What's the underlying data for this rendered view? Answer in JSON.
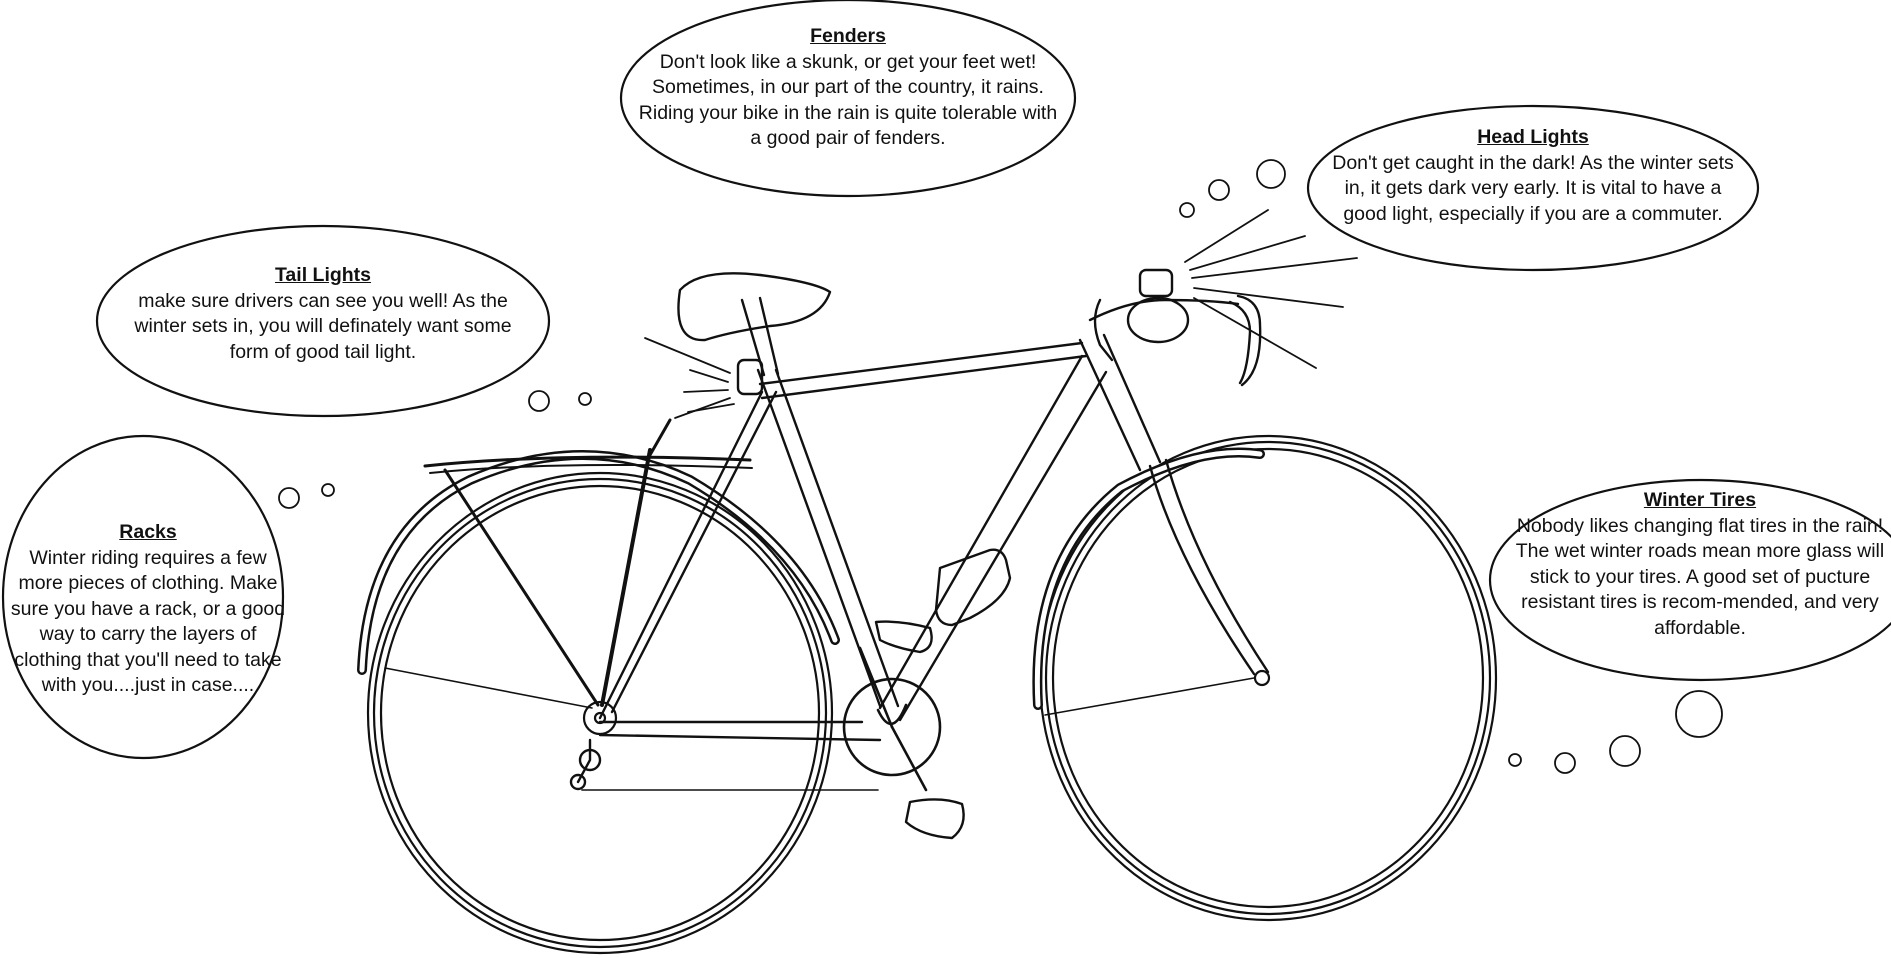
{
  "callouts": {
    "fenders": {
      "title": "Fenders",
      "body": "Don't look like a skunk, or get your feet wet!  Sometimes, in our part of the country, it rains.  Riding your bike in the rain is quite tolerable with a good pair of fenders."
    },
    "head_lights": {
      "title": "Head Lights",
      "body": "Don't get caught in the dark!  As the winter sets in, it gets dark very early.  It is vital to have a good light, especially if you are a commuter."
    },
    "tail_lights": {
      "title": "Tail Lights",
      "body": "make sure drivers can see you well!  As the winter sets in, you will definately want some form of good tail light."
    },
    "racks": {
      "title": "Racks",
      "body": "Winter riding requires a few more pieces of clothing. Make sure you have a rack, or a good way to carry the layers of clothing that you'll need to take with you....just in case...."
    },
    "winter_tires": {
      "title": "Winter Tires",
      "body": "Nobody likes changing flat tires in the rain!  The wet winter roads mean more glass will stick to your tires.  A good set of pucture resistant tires is recom-mended, and very affordable."
    }
  },
  "colors": {
    "ink": "#111111",
    "background": "#ffffff"
  }
}
